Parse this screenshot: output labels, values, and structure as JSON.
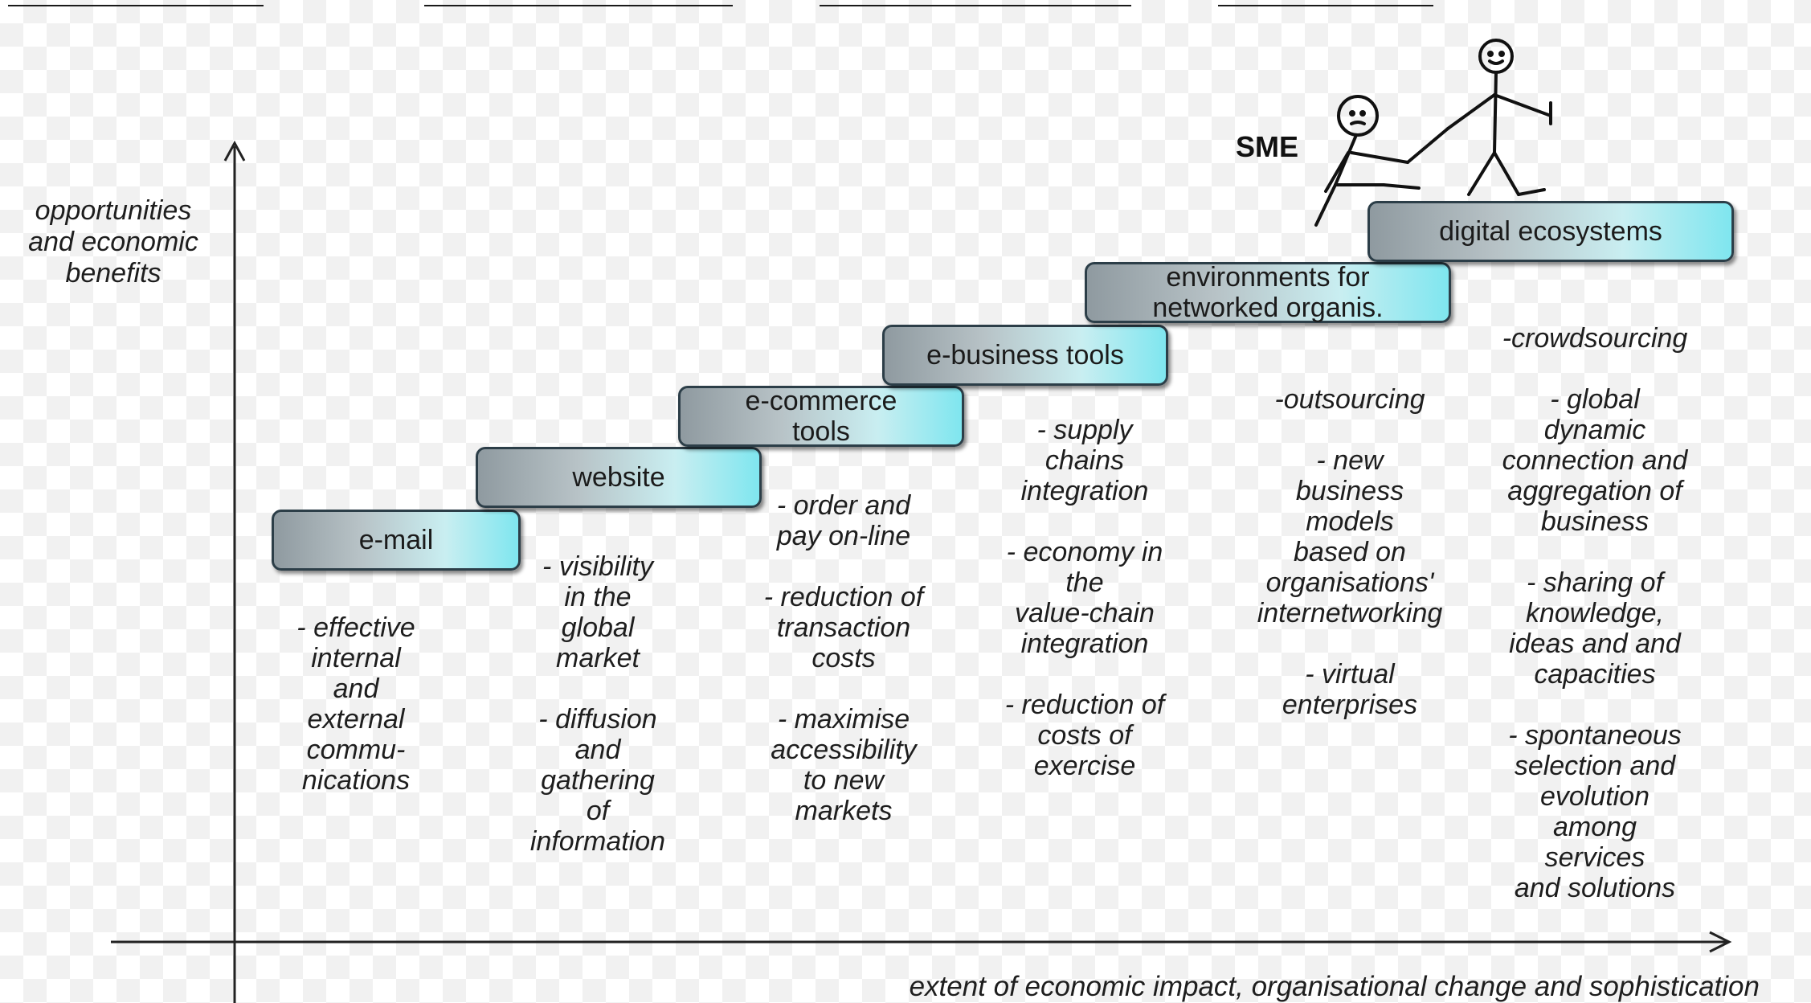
{
  "y_axis_label": "opportunities\nand economic\nbenefits",
  "x_axis_label": "extent of economic impact, organisational change and sophistication",
  "actor_label": "SME",
  "steps": [
    {
      "label": "e-mail",
      "benefits": [
        "- effective\ninternal\nand\nexternal\ncommu-\nnications"
      ]
    },
    {
      "label": "website",
      "benefits": [
        "- visibility\nin the\nglobal\nmarket",
        "- diffusion\nand\ngathering\nof\ninformation"
      ]
    },
    {
      "label": "e-commerce\ntools",
      "benefits": [
        "- order and\npay on-line",
        "- reduction of\ntransaction\ncosts",
        "- maximise\naccessibility\nto new\nmarkets"
      ]
    },
    {
      "label": "e-business tools",
      "benefits": [
        "- supply\nchains\nintegration",
        "- economy in\nthe\nvalue-chain\nintegration",
        "- reduction of\ncosts of\nexercise"
      ]
    },
    {
      "label": "environments for\nnetworked organis.",
      "benefits": [
        "-outsourcing",
        "- new\nbusiness\nmodels\nbased on\norganisations'\ninternetworking",
        "- virtual\nenterprises"
      ]
    },
    {
      "label": "digital ecosystems",
      "benefits": [
        "-crowdsourcing",
        "- global\ndynamic\nconnection and\naggregation of\nbusiness",
        "- sharing of\nknowledge,\nideas and and\ncapacities",
        "- spontaneous\nselection and\nevolution\namong\nservices\nand solutions"
      ]
    }
  ],
  "icons": [
    "stick-figure-sme-icon",
    "stick-figure-helper-icon",
    "axis-arrow-icon"
  ]
}
